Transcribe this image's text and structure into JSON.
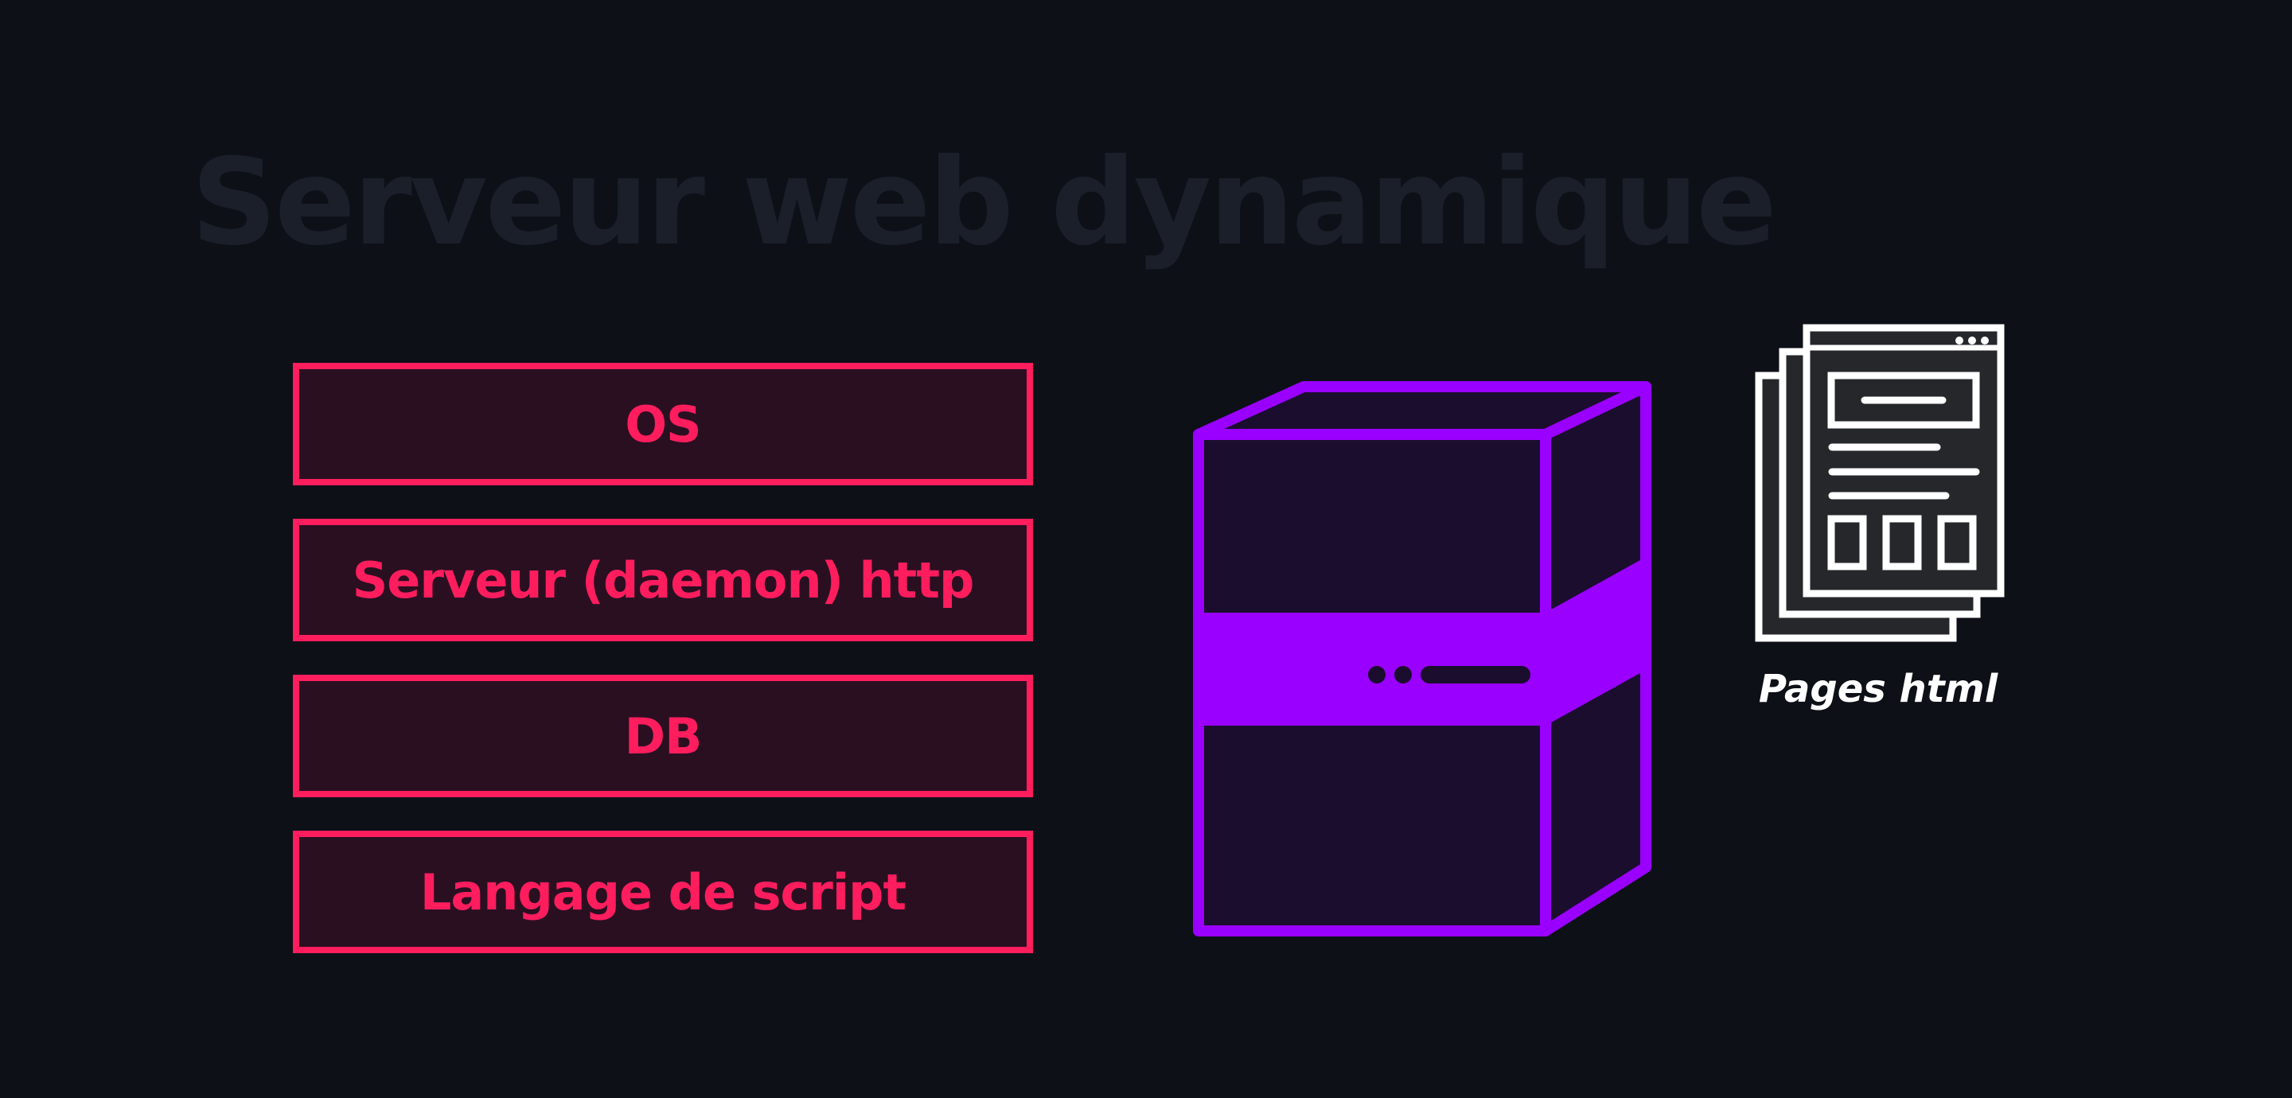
{
  "title": "Serveur web dynamique",
  "stack": {
    "items": [
      {
        "label": "OS"
      },
      {
        "label": "Serveur (daemon) http"
      },
      {
        "label": "DB"
      },
      {
        "label": "Langage de script"
      }
    ]
  },
  "pages_label": "Pages html",
  "icons": {
    "server": "server-icon",
    "pages": "html-pages-icon"
  },
  "colors": {
    "background": "#0d1017",
    "title": "#1a1f29",
    "stack_accent": "#ff1d5e",
    "stack_fill": "#2a0f21",
    "server_accent": "#9900ff",
    "server_fill": "#1b0d2e",
    "pages_stroke": "#ffffff",
    "pages_fill": "#25272b"
  }
}
